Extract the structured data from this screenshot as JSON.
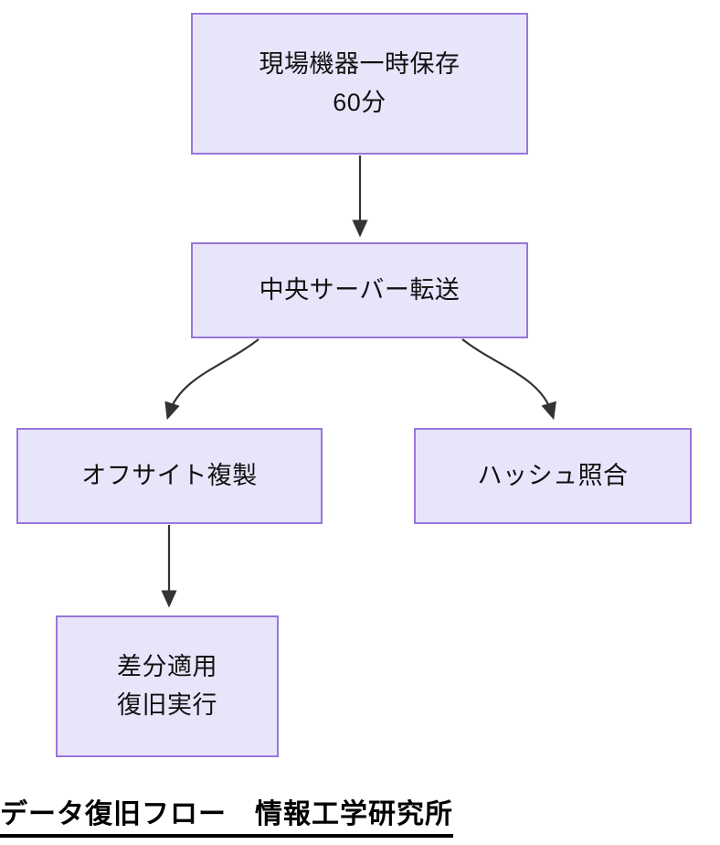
{
  "diagram": {
    "title": "データ復旧フロー　情報工学研究所",
    "caption_text": "データ復旧フロー　情報工学研究所",
    "colors": {
      "node_fill": "#e8e5fb",
      "node_border": "#9a76d8",
      "edge": "#333333",
      "text": "#111111",
      "background": "#ffffff"
    },
    "nodes": [
      {
        "id": "node-onsite-temp-store",
        "name": "現場機器一時保存",
        "lines": [
          "現場機器一時保存",
          "60分"
        ],
        "line1": "現場機器一時保存",
        "line2": "60分"
      },
      {
        "id": "node-central-server-transfer",
        "name": "中央サーバー転送",
        "lines": [
          "中央サーバー転送"
        ],
        "line1": "中央サーバー転送"
      },
      {
        "id": "node-offsite-replication",
        "name": "オフサイト複製",
        "lines": [
          "オフサイト複製"
        ],
        "line1": "オフサイト複製"
      },
      {
        "id": "node-hash-verification",
        "name": "ハッシュ照合",
        "lines": [
          "ハッシュ照合"
        ],
        "line1": "ハッシュ照合"
      },
      {
        "id": "node-delta-apply-restore",
        "name": "差分適用 復旧実行",
        "lines": [
          "差分適用",
          "復旧実行"
        ],
        "line1": "差分適用",
        "line2": "復旧実行"
      }
    ],
    "edges": [
      {
        "id": "edge-1",
        "from": "現場機器一時保存",
        "to": "中央サーバー転送",
        "style": "straight-arrow"
      },
      {
        "id": "edge-2",
        "from": "中央サーバー転送",
        "to": "オフサイト複製",
        "style": "curved-arrow"
      },
      {
        "id": "edge-3",
        "from": "中央サーバー転送",
        "to": "ハッシュ照合",
        "style": "curved-arrow"
      },
      {
        "id": "edge-4",
        "from": "オフサイト複製",
        "to": "差分適用 復旧実行",
        "style": "straight-arrow"
      }
    ]
  }
}
